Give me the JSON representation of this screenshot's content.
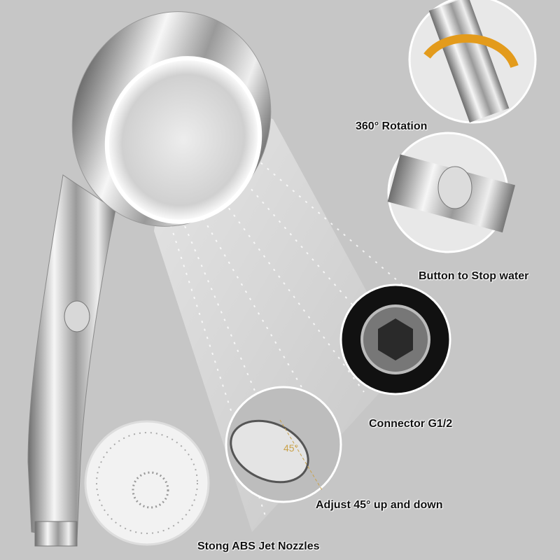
{
  "colors": {
    "background": "#c6c6c6",
    "chrome_light": "#f4f4f4",
    "chrome_dark": "#6e6e6e",
    "angle_marker": "#c9a24a"
  },
  "features": [
    {
      "id": "rotation",
      "label": "360° Rotation"
    },
    {
      "id": "stop-button",
      "label": "Button to Stop water"
    },
    {
      "id": "connector",
      "label": "Connector G1/2"
    },
    {
      "id": "adjust",
      "label": "Adjust 45° up and down",
      "angle_marker": "45°"
    },
    {
      "id": "nozzles",
      "label": "Stong ABS Jet Nozzles"
    }
  ]
}
